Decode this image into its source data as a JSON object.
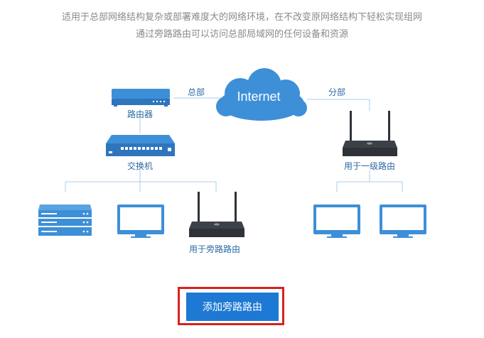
{
  "description": {
    "line1": "适用于总部网络结构复杂或部署难度大的网络环境，在不改变原网络结构下轻松实现组网",
    "line2": "通过旁路路由可以访问总部局域网的任何设备和资源"
  },
  "diagram": {
    "cloud_label": "Internet",
    "hq_label": "总部",
    "branch_label": "分部",
    "router_label": "路由器",
    "switch_label": "交换机",
    "bypass_router_label": "用于旁路路由",
    "level1_router_label": "用于一级路由"
  },
  "actions": {
    "add_bypass_router": "添加旁路路由"
  },
  "colors": {
    "device_blue": "#3d8fd8",
    "line_blue": "#a9cdec",
    "router_dark": "#2f3238",
    "button_blue": "#1d79d3",
    "highlight_red": "#d9211e"
  }
}
